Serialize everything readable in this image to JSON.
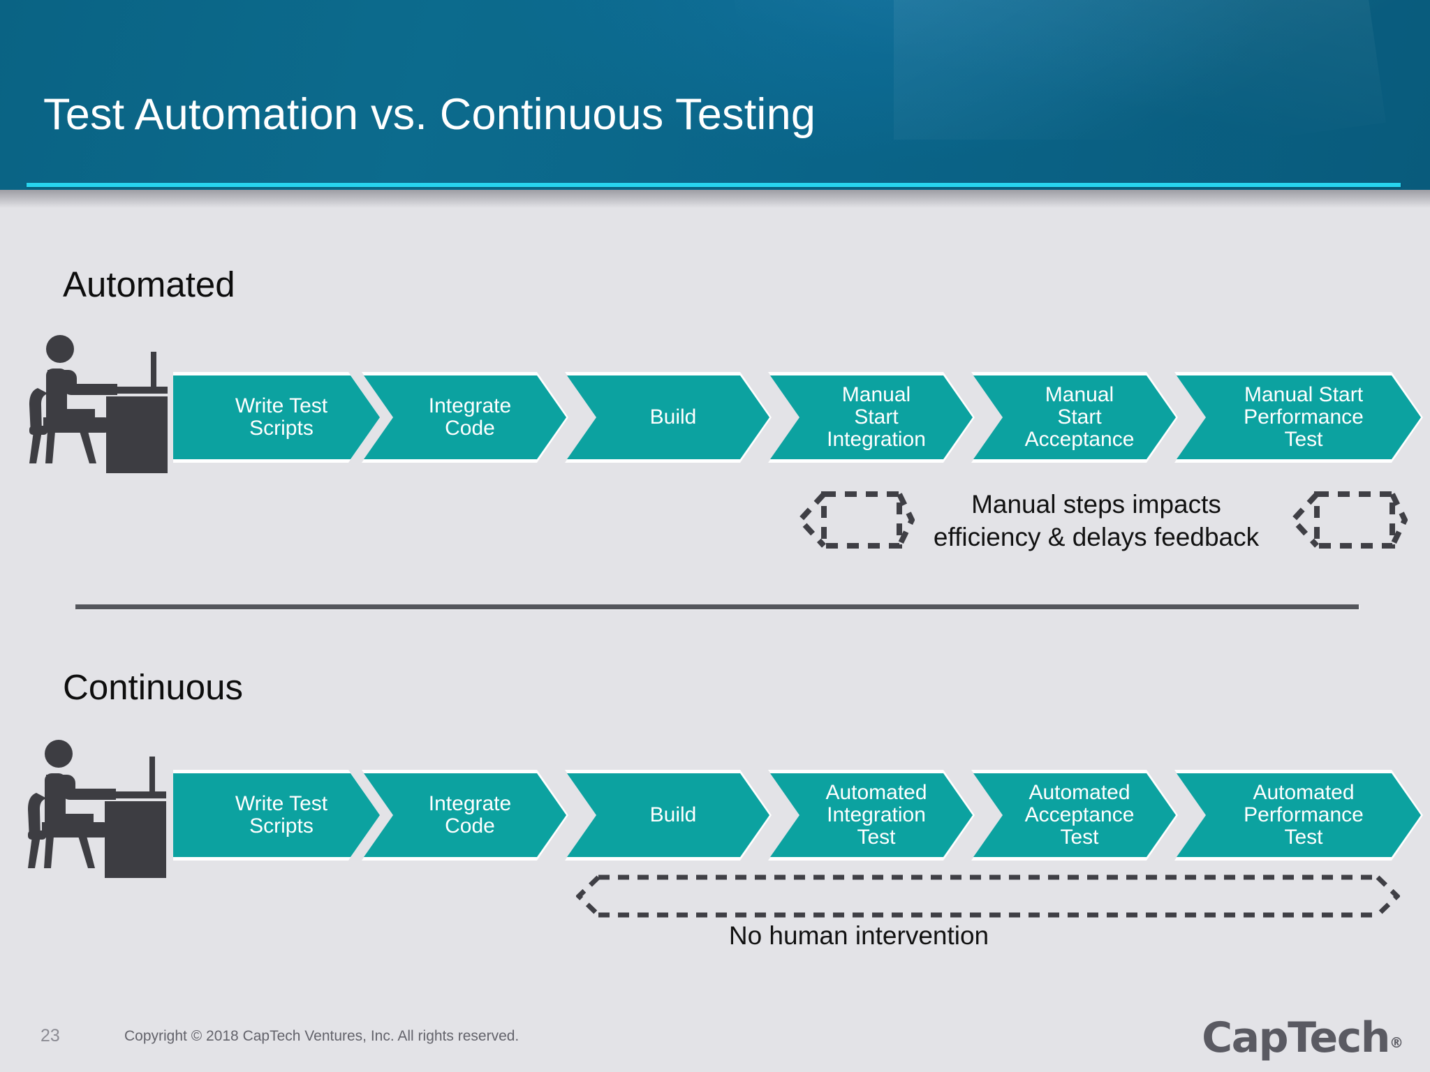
{
  "header": {
    "title": "Test Automation vs. Continuous Testing",
    "background_color": "#0a6384",
    "accent_rule_color": "#28d4ef"
  },
  "slide": {
    "background_color": "#e3e3e7",
    "chevron_color": "#0ca2a0",
    "divider_color": "#54565c"
  },
  "sections": [
    {
      "label": "Automated",
      "person_icon": "person-at-desk-icon",
      "steps": [
        {
          "label": "Write Test\nScripts"
        },
        {
          "label": "Integrate\nCode"
        },
        {
          "label": "Build"
        },
        {
          "label": "Manual\nStart\nIntegration"
        },
        {
          "label": "Manual\nStart\nAcceptance"
        },
        {
          "label": "Manual Start\nPerformance\nTest"
        }
      ],
      "annotation": "Manual steps impacts\nefficiency & delays feedback",
      "annotation_arrows": [
        "dashed-double-arrow-icon",
        "dashed-double-arrow-icon"
      ]
    },
    {
      "label": "Continuous",
      "person_icon": "person-at-desk-icon",
      "steps": [
        {
          "label": "Write Test\nScripts"
        },
        {
          "label": "Integrate\nCode"
        },
        {
          "label": "Build"
        },
        {
          "label": "Automated\nIntegration\nTest"
        },
        {
          "label": "Automated\nAcceptance\nTest"
        },
        {
          "label": "Automated\nPerformance\nTest"
        }
      ],
      "annotation": "No human intervention",
      "annotation_arrows": [
        "dashed-double-arrow-icon"
      ]
    }
  ],
  "footer": {
    "page_number": "23",
    "copyright": "Copyright © 2018 CapTech Ventures, Inc. All rights reserved.",
    "logo_text": "CapTech",
    "logo_mark": "®"
  }
}
